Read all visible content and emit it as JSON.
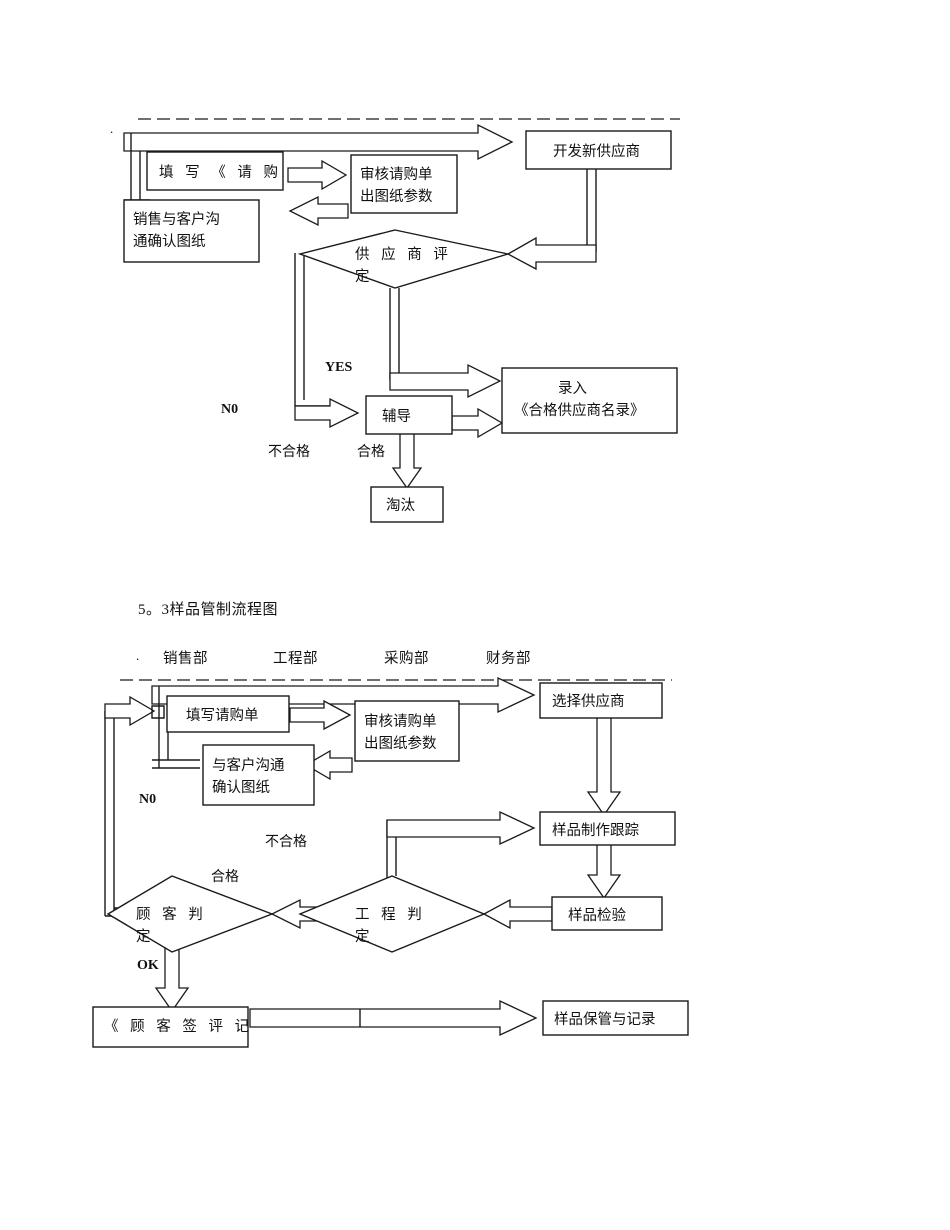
{
  "document": {
    "section_title": "5。3样品管制流程图",
    "marker_dot": "."
  },
  "chart_data": {
    "type": "diagram",
    "title": "Supplier development and sample control flowcharts",
    "diagrams": [
      {
        "id": "supplier-evaluation-flowchart",
        "nodes": [
          {
            "id": "fill-requisition",
            "label": "填 写 《 请 购",
            "shape": "process"
          },
          {
            "id": "review-requisition",
            "label_line1": "审核请购单",
            "label_line2": "出图纸参数",
            "shape": "process"
          },
          {
            "id": "sales-confirm-drawing",
            "label_line1": "销售与客户沟",
            "label_line2": "通确认图纸",
            "shape": "process"
          },
          {
            "id": "develop-new-supplier",
            "label": "开发新供应商",
            "shape": "process"
          },
          {
            "id": "supplier-evaluation",
            "label_line1": "供 应 商 评",
            "label_line2": "定",
            "shape": "decision"
          },
          {
            "id": "coaching",
            "label": "辅导",
            "shape": "process"
          },
          {
            "id": "enter-registry",
            "label_line1": "录入",
            "label_line2": "《合格供应商名录》",
            "shape": "process"
          },
          {
            "id": "eliminate",
            "label": "淘汰",
            "shape": "process"
          }
        ],
        "edge_labels": [
          {
            "id": "yes-label",
            "text": "YES"
          },
          {
            "id": "no-label",
            "text": "N0"
          },
          {
            "id": "fail-label",
            "text": "不合格"
          },
          {
            "id": "pass-label",
            "text": "合格"
          }
        ]
      },
      {
        "id": "sample-control-flowchart",
        "departments": [
          "销售部",
          "工程部",
          "采购部",
          "财务部"
        ],
        "nodes": [
          {
            "id": "fill-requisition-2",
            "label": "填写请购单",
            "shape": "process"
          },
          {
            "id": "review-requisition-2",
            "label_line1": "审核请购单",
            "label_line2": "出图纸参数",
            "shape": "process"
          },
          {
            "id": "communicate-customer",
            "label_line1": "与客户沟通",
            "label_line2": "确认图纸",
            "shape": "process"
          },
          {
            "id": "select-supplier",
            "label": "选择供应商",
            "shape": "process"
          },
          {
            "id": "sample-production-tracking",
            "label": "样品制作跟踪",
            "shape": "process"
          },
          {
            "id": "sample-inspection",
            "label": "样品检验",
            "shape": "process"
          },
          {
            "id": "engineering-judgement",
            "label_line1": "工 程 判",
            "label_line2": "定",
            "shape": "decision"
          },
          {
            "id": "customer-judgement",
            "label_line1": "顾 客 判",
            "label_line2": "定",
            "shape": "decision"
          },
          {
            "id": "customer-sign-record",
            "label": "《 顾 客 签 评 记",
            "shape": "process"
          },
          {
            "id": "sample-storage-record",
            "label": "样品保管与记录",
            "shape": "process"
          }
        ],
        "edge_labels": [
          {
            "id": "no-label-2",
            "text": "N0"
          },
          {
            "id": "fail-label-2",
            "text": "不合格"
          },
          {
            "id": "pass-label-2",
            "text": "合格"
          },
          {
            "id": "ok-label",
            "text": "OK"
          }
        ]
      }
    ]
  },
  "colors": {
    "stroke": "#1a1a1a",
    "fill": "#ffffff",
    "text": "#111111"
  }
}
